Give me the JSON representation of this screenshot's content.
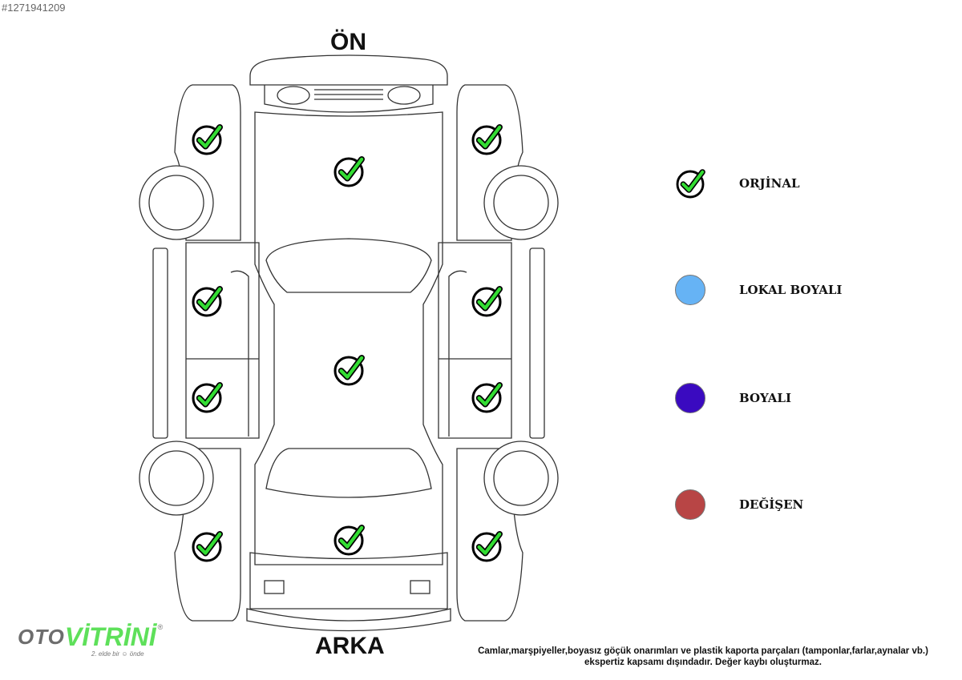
{
  "image_id_text": "#1271941209",
  "diagram": {
    "front_label": "ÖN",
    "rear_label": "ARKA",
    "parts": [
      {
        "name": "front-left-fender",
        "status": "orjinal"
      },
      {
        "name": "front-right-fender",
        "status": "orjinal"
      },
      {
        "name": "hood",
        "status": "orjinal"
      },
      {
        "name": "front-left-door",
        "status": "orjinal"
      },
      {
        "name": "front-right-door",
        "status": "orjinal"
      },
      {
        "name": "roof",
        "status": "orjinal"
      },
      {
        "name": "rear-left-door",
        "status": "orjinal"
      },
      {
        "name": "rear-right-door",
        "status": "orjinal"
      },
      {
        "name": "trunk",
        "status": "orjinal"
      },
      {
        "name": "rear-left-fender",
        "status": "orjinal"
      },
      {
        "name": "rear-right-fender",
        "status": "orjinal"
      }
    ]
  },
  "legend": [
    {
      "key": "orjinal",
      "label": "ORJİNAL",
      "icon": "check-circle-icon",
      "color": "#33cc33"
    },
    {
      "key": "lokal_boyali",
      "label": "LOKAL BOYALI",
      "icon": "circle",
      "color": "#66b3f5"
    },
    {
      "key": "boyali",
      "label": "BOYALI",
      "icon": "circle",
      "color": "#3a0ac0"
    },
    {
      "key": "degisen",
      "label": "DEĞİŞEN",
      "icon": "circle",
      "color": "#b84545"
    }
  ],
  "logo": {
    "brand_left": "OTO",
    "brand_right": "VİTRİNİ",
    "tagline": "2. elde bir ☺ önde",
    "registered": "®"
  },
  "footer_note": {
    "line1": "Camlar,marşpiyeller,boyasız göçük onarımları ve plastik kaporta parçaları (tamponlar,farlar,aynalar vb.)",
    "line2": "ekspertiz kapsamı dışındadır. Değer kaybı oluşturmaz."
  }
}
